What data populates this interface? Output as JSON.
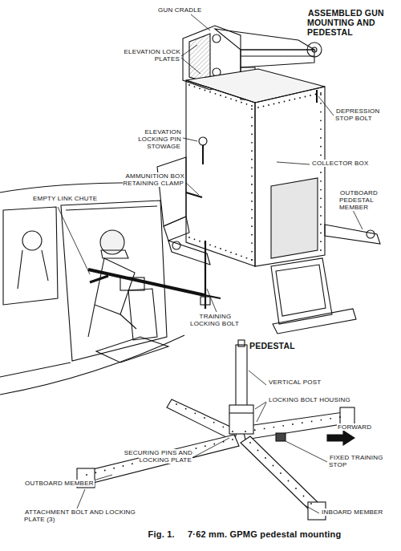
{
  "diagram": {
    "caption": "Fig. 1.     7·62 mm. GPMG pedestal mounting",
    "labels": [
      "ASSEMBLED GUN MOUNTING AND PEDESTAL",
      "GUN CRADLE",
      "ELEVATION LOCK PLATES",
      "DEPRESSION STOP BOLT",
      "ELEVATION LOCKING PIN STOWAGE",
      "COLLECTOR BOX",
      "AMMUNITION BOX RETAINING CLAMP",
      "OUTBOARD PEDESTAL MEMBER",
      "EMPTY LINK CHUTE",
      "TRAINING LOCKING BOLT",
      "PEDESTAL",
      "VERTICAL POST",
      "LOCKING BOLT HOUSING",
      "FORWARD",
      "SECURING PINS AND LOCKING PLATE",
      "FIXED TRAINING STOP",
      "OUTBOARD MEMBER",
      "INBOARD MEMBER",
      "ATTACHMENT BOLT AND LOCKING PLATE (3)"
    ]
  }
}
